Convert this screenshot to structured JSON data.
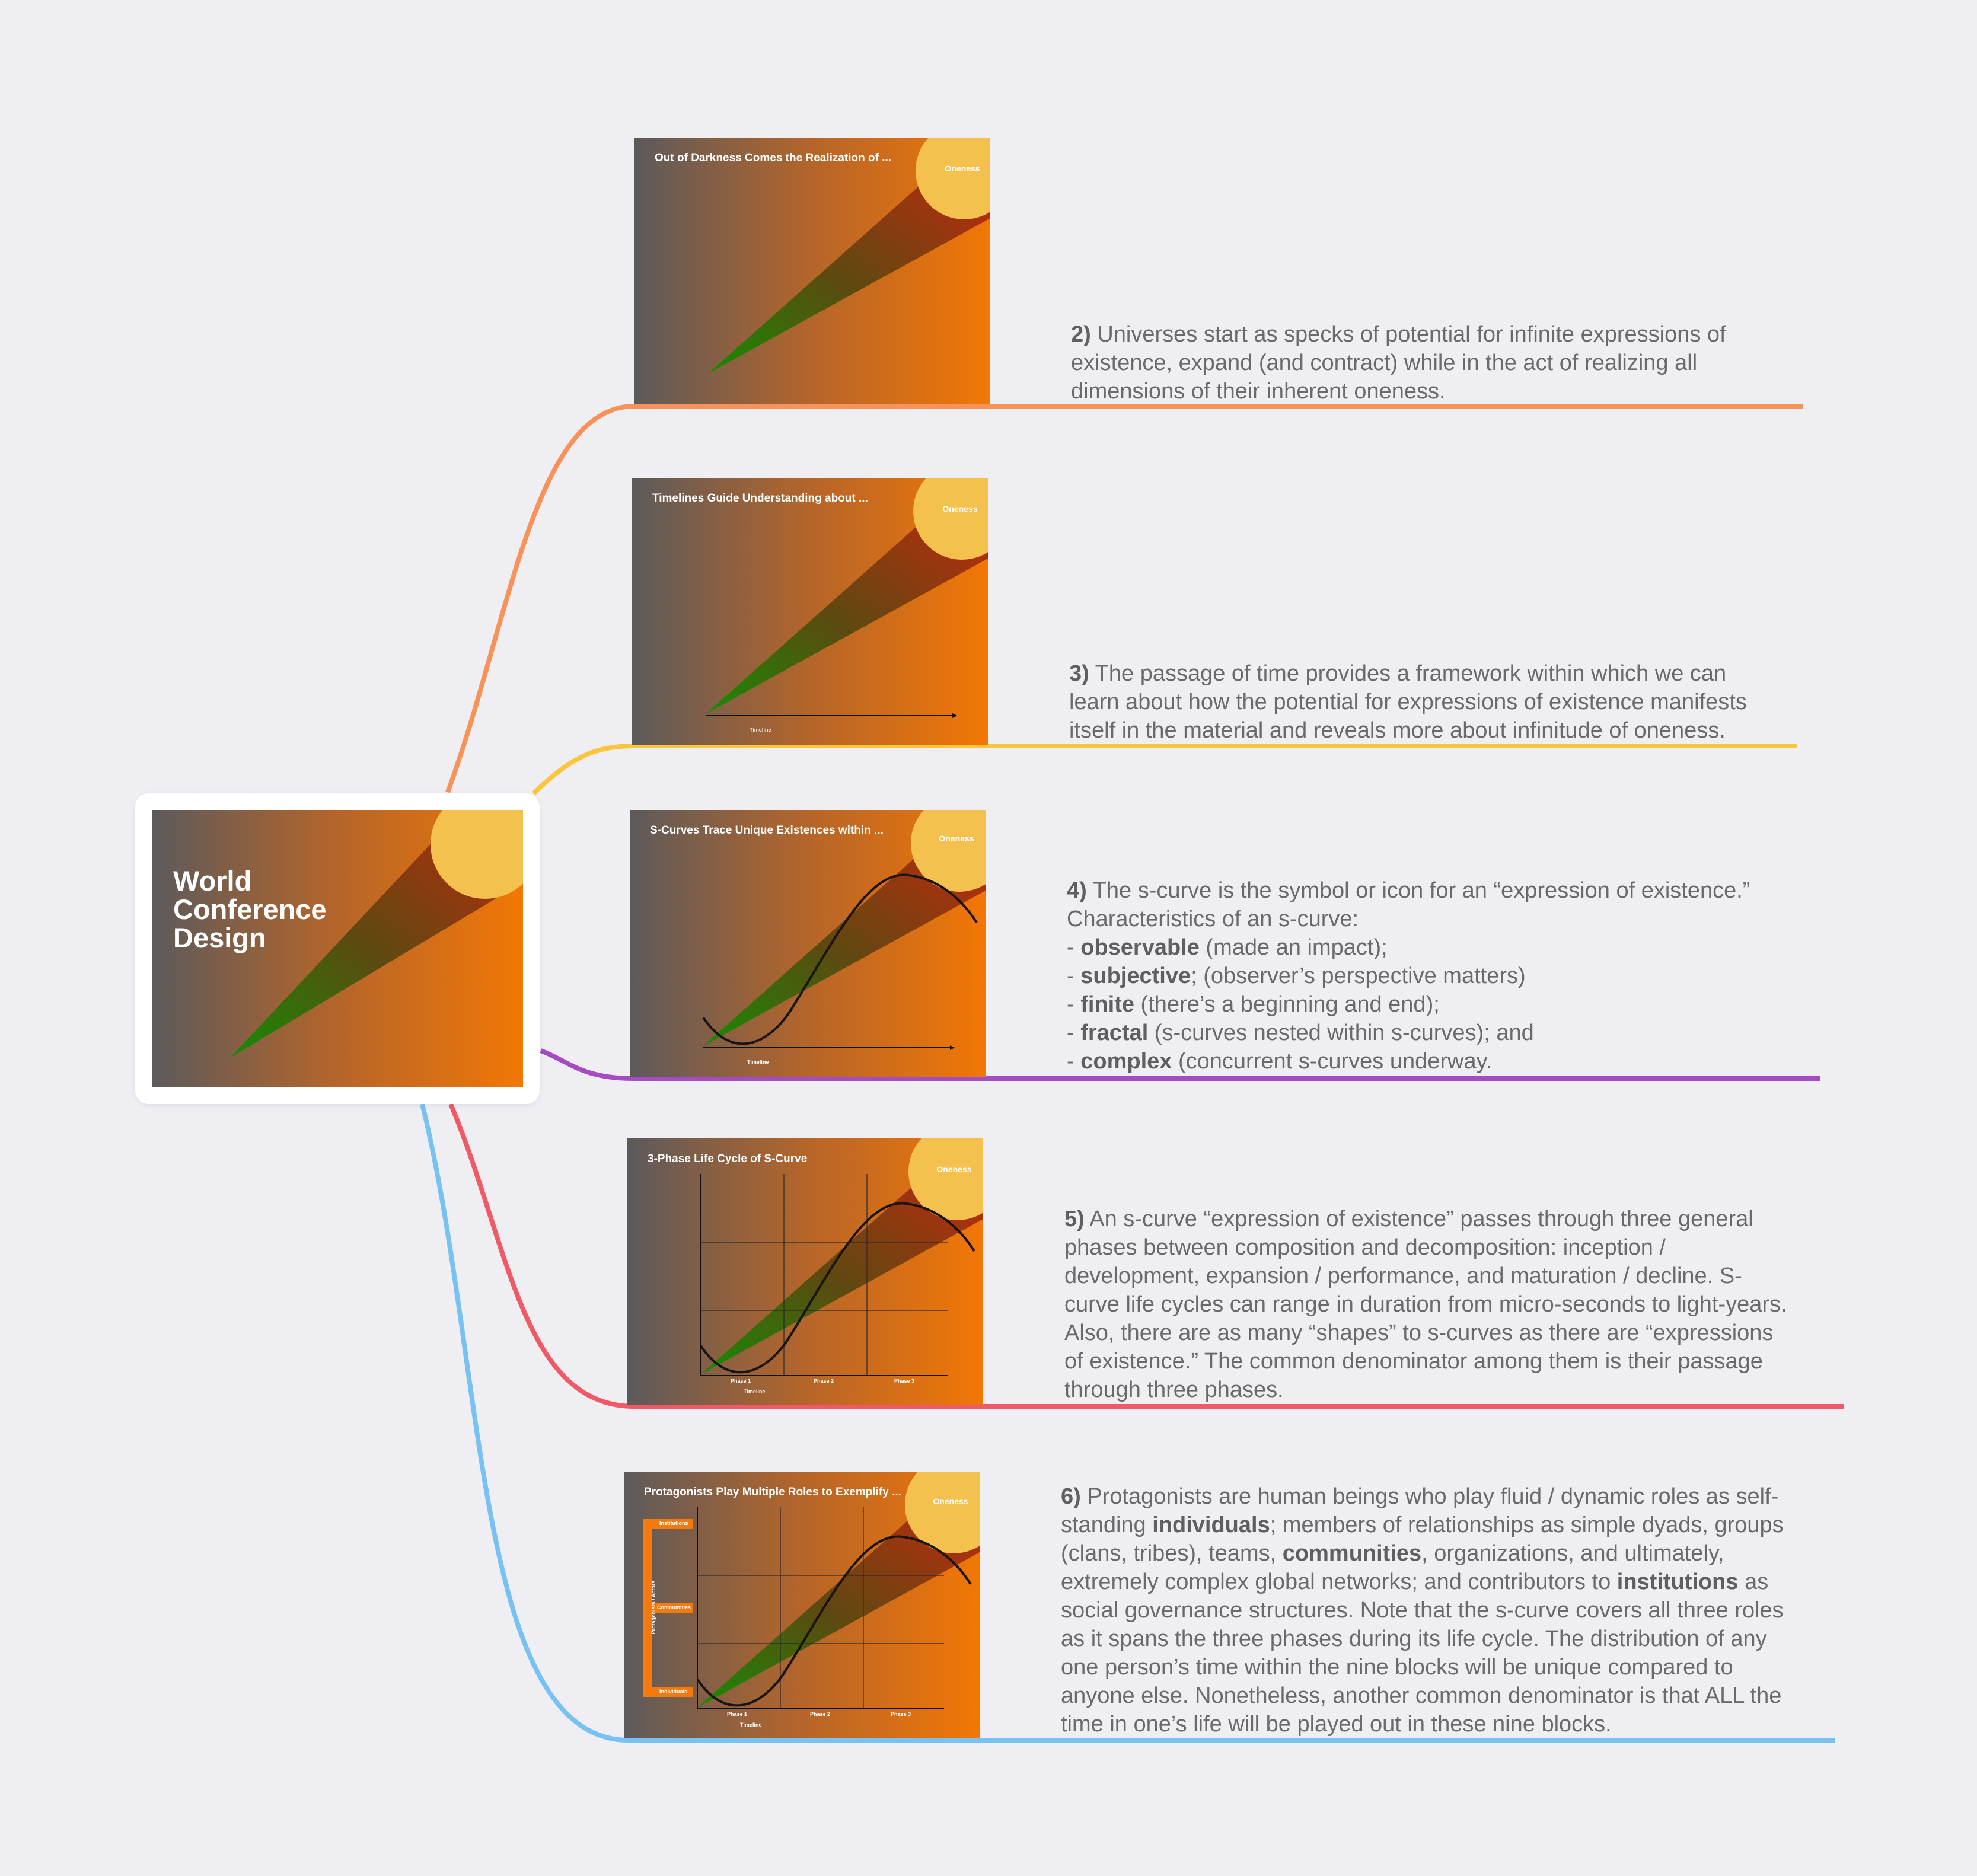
{
  "root": {
    "title_lines": [
      "World",
      "Conference",
      "Design"
    ]
  },
  "branches": [
    {
      "color": "#f7935a",
      "slide": {
        "title": "Out of Darkness Comes the Realization of ...",
        "sun_label": "Oneness"
      },
      "note": {
        "number": "2)",
        "lines": [
          " Universes start as specks of potential for infinite expressions of",
          "existence, expand (and contract) while in the act of realizing all",
          "dimensions of their inherent oneness."
        ]
      }
    },
    {
      "color": "#f9c63d",
      "slide": {
        "title": "Timelines Guide Understanding about ...",
        "sun_label": "Oneness",
        "axis_label": "Timeline"
      },
      "note": {
        "number": "3)",
        "lines": [
          " The passage of time provides a framework within which we can",
          "learn about how the potential for expressions of existence manifests",
          "itself in the material and reveals more about infinitude of oneness."
        ]
      }
    },
    {
      "color": "#a44cc2",
      "slide": {
        "title": "S-Curves Trace Unique Existences within ...",
        "sun_label": "Oneness",
        "axis_label": "Timeline"
      },
      "note": {
        "number": "4)",
        "intro_lines": [
          " The s-curve is the symbol or icon for an “expression of existence.”",
          "Characteristics of an s-curve:"
        ],
        "items": [
          {
            "term": "observable",
            "rest": " (made an impact);"
          },
          {
            "term": "subjective",
            "rest": "; (observer’s perspective matters)"
          },
          {
            "term": "finite",
            "rest": " (there’s a beginning and end);"
          },
          {
            "term": "fractal",
            "rest": " (s-curves nested within s-curves); and"
          },
          {
            "term": "complex",
            "rest": " (concurrent s-curves underway."
          }
        ]
      }
    },
    {
      "color": "#f05a66",
      "slide": {
        "title": "3-Phase Life Cycle of S-Curve",
        "sun_label": "Oneness",
        "axis_label": "Timeline",
        "phases": [
          "Phase 1",
          "Phase 2",
          "Phase 3"
        ]
      },
      "note": {
        "number": "5)",
        "lines": [
          " An s-curve “expression of existence” passes through three general",
          "phases between composition and decomposition: inception /",
          "development, expansion / performance, and maturation / decline. S-",
          "curve life cycles can range in duration from micro-seconds to light-years.",
          "Also, there are as many “shapes” to s-curves as there are “expressions",
          "of existence.” The common denominator among them is their passage",
          "through three phases."
        ]
      }
    },
    {
      "color": "#78c2f3",
      "slide": {
        "title": "Protagonists Play Multiple Roles to Exemplify ...",
        "sun_label": "Oneness",
        "axis_label": "Timeline",
        "phases": [
          "Phase 1",
          "Phase 2",
          "Phase 3"
        ],
        "y_axis_label": "Protagonists / Actors",
        "roles": [
          "Institutions",
          "Communities",
          "Individuals"
        ]
      },
      "note": {
        "number": "6)",
        "segments": [
          [
            " Protagonists are human beings who play fluid / dynamic roles as self-"
          ],
          [
            "standing ",
            "*individuals",
            "; members of relationships as simple dyads, groups"
          ],
          [
            "(clans, tribes), teams, ",
            "*communities",
            ", organizations, and ultimately,"
          ],
          [
            "extremely complex global networks; and contributors to ",
            "*institutions",
            " as"
          ],
          [
            "social governance structures. Note that the s-curve covers all three roles"
          ],
          [
            "as it spans the three phases during its life cycle. The distribution of any"
          ],
          [
            "one person’s time within the nine blocks will be unique compared to"
          ],
          [
            "anyone else. Nonetheless, another common denominator is that ALL the"
          ],
          [
            "time in one’s life will be played out in these nine blocks."
          ]
        ]
      }
    }
  ]
}
